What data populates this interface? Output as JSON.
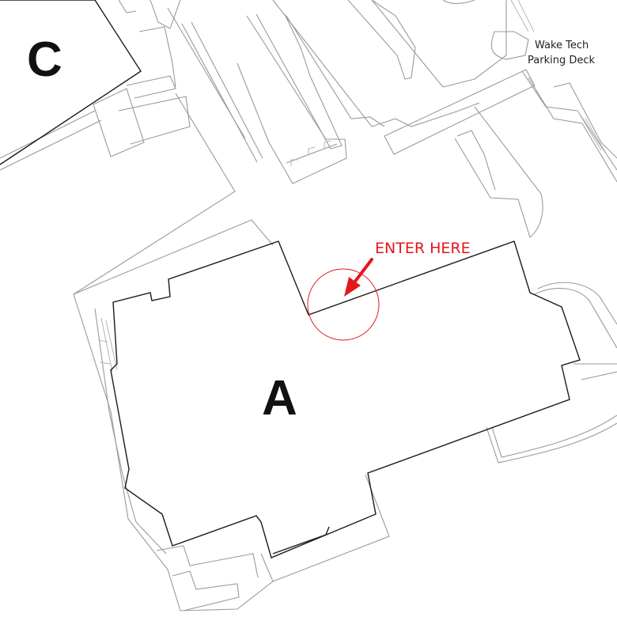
{
  "map": {
    "buildings": [
      {
        "id": "A",
        "label": "A"
      },
      {
        "id": "C",
        "label": "C"
      }
    ],
    "parking": {
      "line1": "Wake Tech",
      "line2": "Parking Deck"
    },
    "entrance": {
      "label": "ENTER HERE"
    },
    "colors": {
      "building_outline": "#1a1a1a",
      "site_lines": "#9a9a9a",
      "entrance_marker": "#e4161b",
      "background": "#ffffff"
    },
    "icons": {
      "entrance_pointer": "arrow-icon",
      "entrance_highlight": "circle-icon"
    }
  }
}
